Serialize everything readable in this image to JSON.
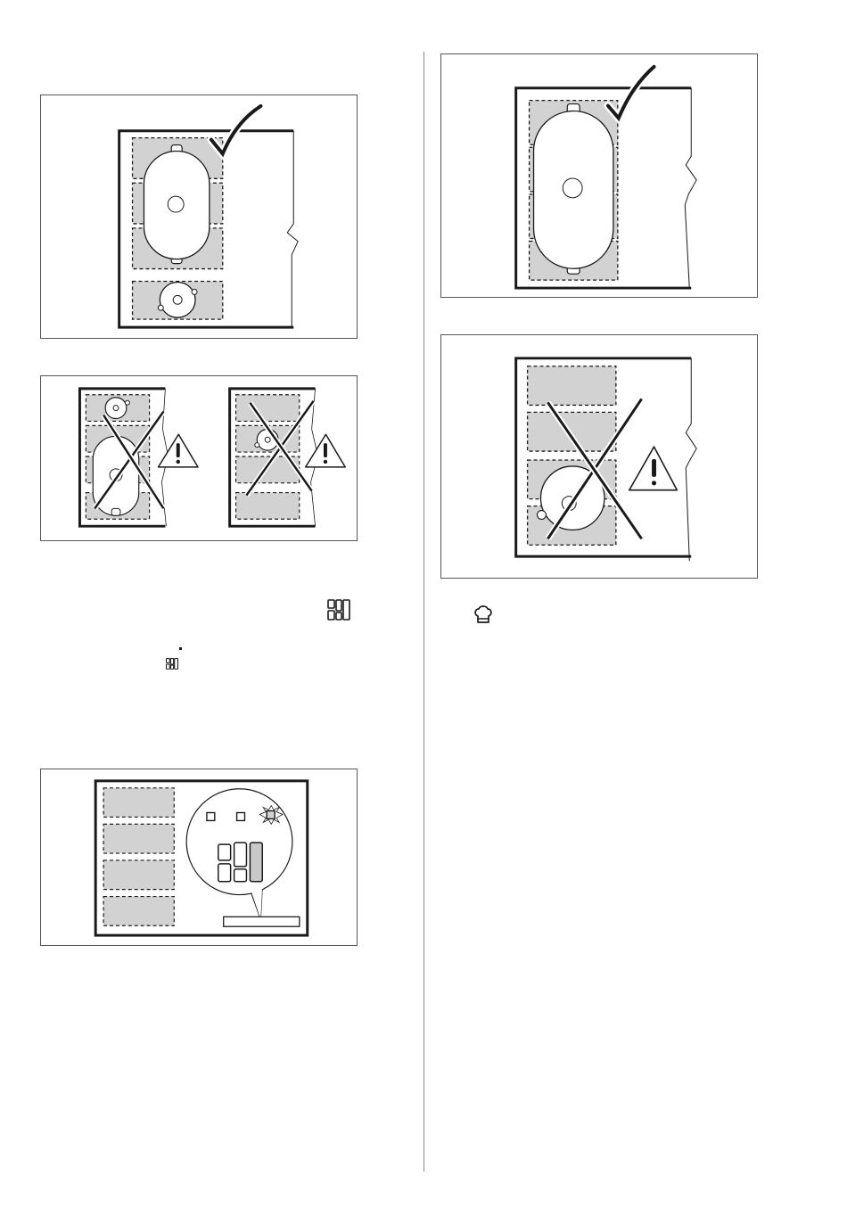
{
  "page": {
    "description_icons": {
      "zone_selector_icon": "flexi-bridge-icon",
      "zone_selector_small_icon": "flexi-bridge-small-icon",
      "chef_hat_icon": "chef-hat-icon"
    }
  },
  "figures": [
    {
      "id": "fig-correct-oval-and-small",
      "verdict": "correct",
      "icon": "checkmark-icon"
    },
    {
      "id": "fig-incorrect-two-cases",
      "verdict": "incorrect",
      "icon": "warning-icon"
    },
    {
      "id": "fig-control-panel",
      "verdict": "info",
      "icon": "zone-indicator-icon"
    },
    {
      "id": "fig-correct-large-oval",
      "verdict": "correct",
      "icon": "checkmark-icon"
    },
    {
      "id": "fig-incorrect-round-pot",
      "verdict": "incorrect",
      "icon": "warning-icon"
    }
  ],
  "colors": {
    "zone_fill": "#d2d2d2",
    "line": "#1a1a1a",
    "background": "#ffffff"
  }
}
